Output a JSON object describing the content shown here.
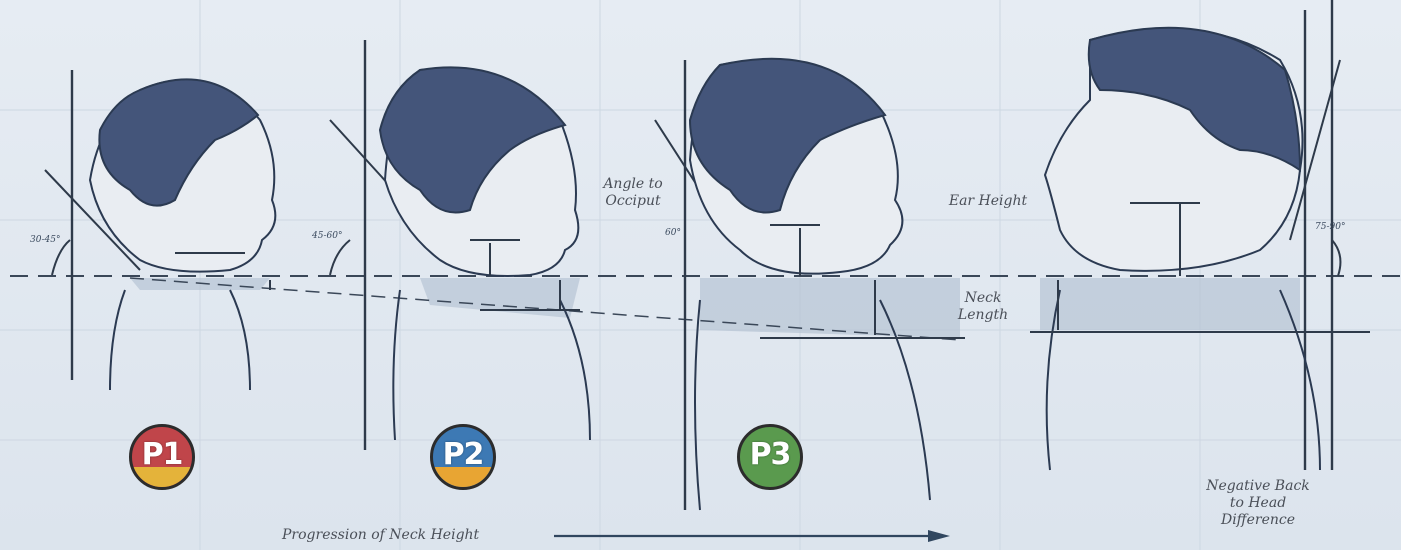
{
  "labels": {
    "angle_to_occiput": "Angle to Occiput",
    "ear_height": "Ear Height",
    "neck_length": "Neck Length",
    "negative_back_to_head": "Negative Back to Head Difference",
    "progression": "Progression of Neck Height"
  },
  "angles": {
    "p1": "30-45°",
    "p2": "45-60°",
    "p3": "60°",
    "p4": "75-90°"
  },
  "badges": [
    {
      "label": "P1",
      "color": "#c0454a",
      "stripe": "#e4b33a"
    },
    {
      "label": "P2",
      "color": "#3d79b4",
      "stripe": "#e8a533"
    },
    {
      "label": "P3",
      "color": "#5a9a4e",
      "stripe": ""
    }
  ]
}
